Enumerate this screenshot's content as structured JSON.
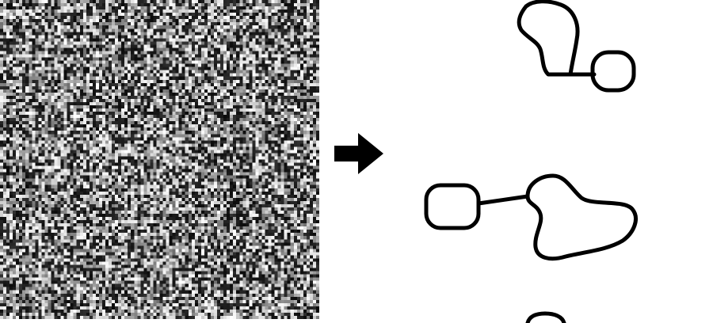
{
  "figure": {
    "input_panel": {
      "kind": "random-noise-texture",
      "tone": "grayscale"
    },
    "arrow": {
      "icon": "right-arrow-icon",
      "color": "#000000"
    },
    "output_panel": {
      "kind": "extracted-contours",
      "stroke_color": "#000000",
      "background": "#ffffff",
      "shape_groups": [
        {
          "name": "upper-blob-pair",
          "parts": [
            "blob",
            "connector",
            "loop"
          ]
        },
        {
          "name": "middle-blob-pair",
          "parts": [
            "loop",
            "connector",
            "blob"
          ]
        },
        {
          "name": "bottom-partial-shape",
          "parts": [
            "partial-arc"
          ]
        }
      ]
    }
  }
}
